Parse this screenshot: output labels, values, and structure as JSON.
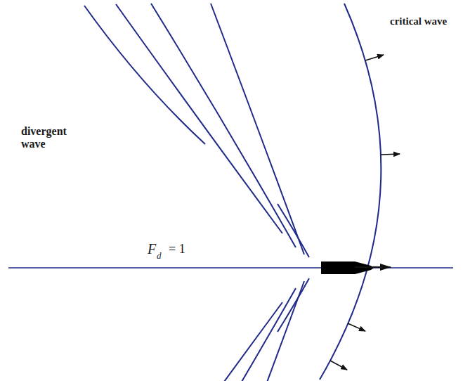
{
  "diagram": {
    "labels": [
      "divergent wave",
      "critical wave",
      "F",
      "d",
      "= 1"
    ]
  }
}
